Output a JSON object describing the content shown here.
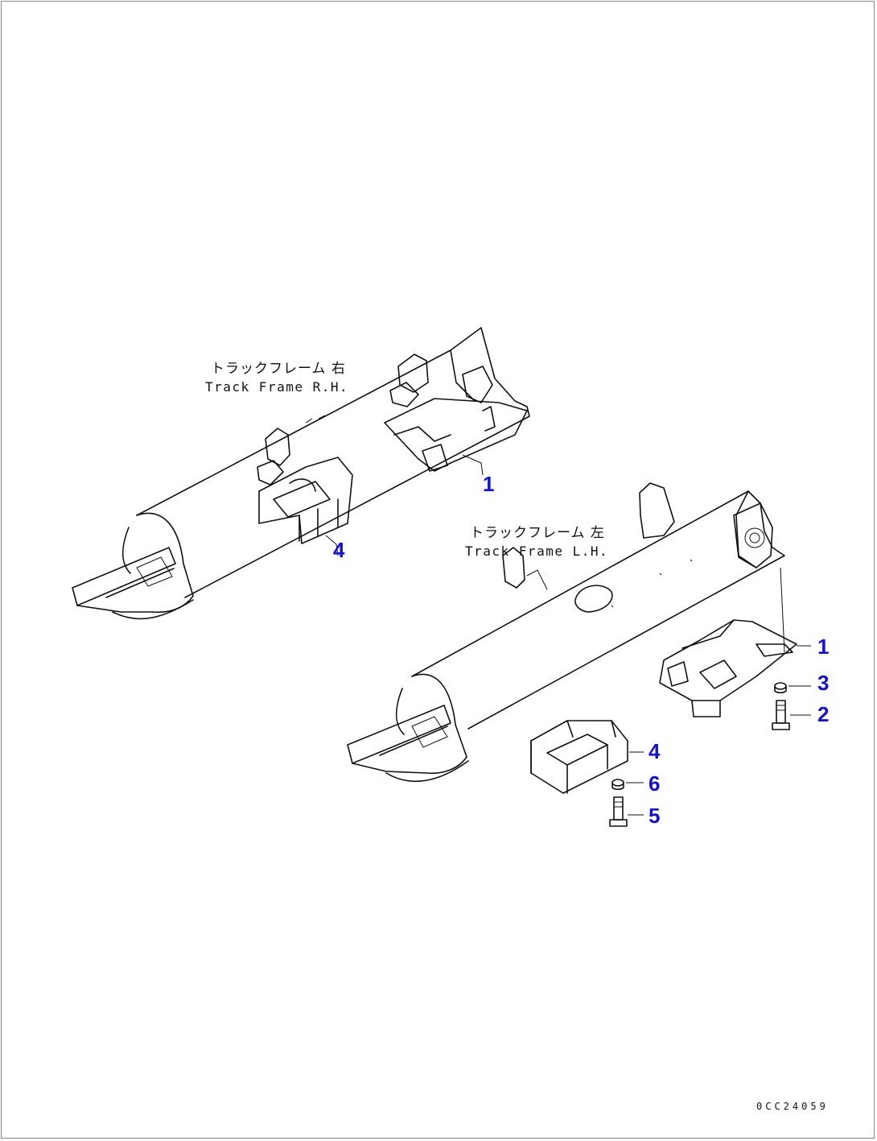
{
  "labels": {
    "frame_rh_jp": "トラックフレーム 右",
    "frame_rh_en": "Track Frame R.H.",
    "frame_lh_jp": "トラックフレーム 左",
    "frame_lh_en": "Track Frame L.H."
  },
  "callouts": {
    "rh_guard": "1",
    "rh_guard_front": "4",
    "lh_guard": "1",
    "lh_washer": "3",
    "lh_bolt": "2",
    "lh_guard_front": "4",
    "lh_washer_front": "6",
    "lh_bolt_front": "5"
  },
  "drawing_code": "0CC24059",
  "colors": {
    "callout": "#1010e0",
    "line": "#111111",
    "background": "#ffffff"
  }
}
